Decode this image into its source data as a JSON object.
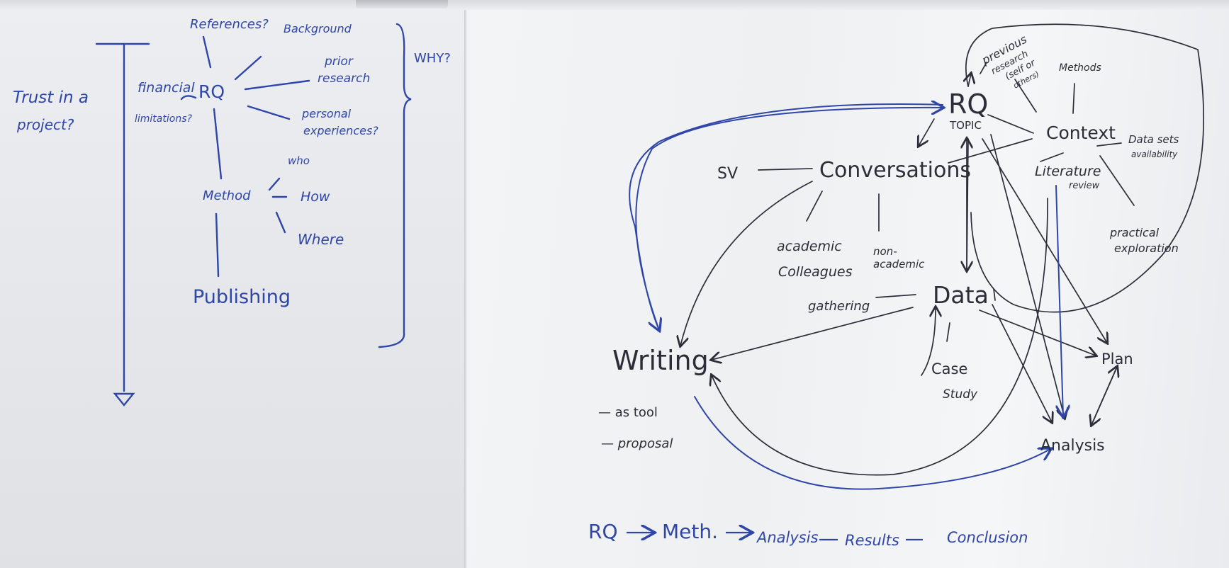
{
  "left_panel": {
    "trust_label_line1": "Trust in a",
    "trust_label_line2": "project?",
    "rq": "RQ",
    "references": "References?",
    "background": "Background",
    "prior_research_line1": "prior",
    "prior_research_line2": "research",
    "personal_line1": "personal",
    "personal_line2": "experiences?",
    "financial_line1": "financial",
    "financial_line2": "limitations?",
    "why": "WHY?",
    "method": "Method",
    "who": "who",
    "how": "How",
    "where": "Where",
    "publishing": "Publishing"
  },
  "right_panel": {
    "rq": "RQ",
    "topic": "TOPIC",
    "previous_research_line1": "previous",
    "previous_research_line2": "research",
    "previous_research_line3": "(self or",
    "previous_research_line4": "others)",
    "methods": "Methods",
    "context": "Context",
    "data_sets_line1": "Data sets",
    "data_sets_line2": "availability",
    "literature_review_line1": "Literature",
    "literature_review_line2": "review",
    "practical_line1": "practical",
    "practical_line2": "exploration",
    "sv": "SV",
    "conversations": "Conversations",
    "academic_line1": "academic",
    "academic_line2": "Colleagues",
    "non_academic_line1": "non-",
    "non_academic_line2": "academic",
    "gathering": "gathering",
    "data": "Data",
    "case_study_line1": "Case",
    "case_study_line2": "Study",
    "plan": "Plan",
    "analysis": "Analysis",
    "writing": "Writing",
    "as_tool": "— as tool",
    "proposal": "— proposal",
    "flow_rq": "RQ",
    "flow_method": "Meth.",
    "flow_analysis": "Analysis",
    "flow_results": "Results",
    "flow_conclusions": "Conclusion"
  },
  "colors": {
    "blue_marker": "#2f46a8",
    "black_marker": "#2b2e38"
  }
}
